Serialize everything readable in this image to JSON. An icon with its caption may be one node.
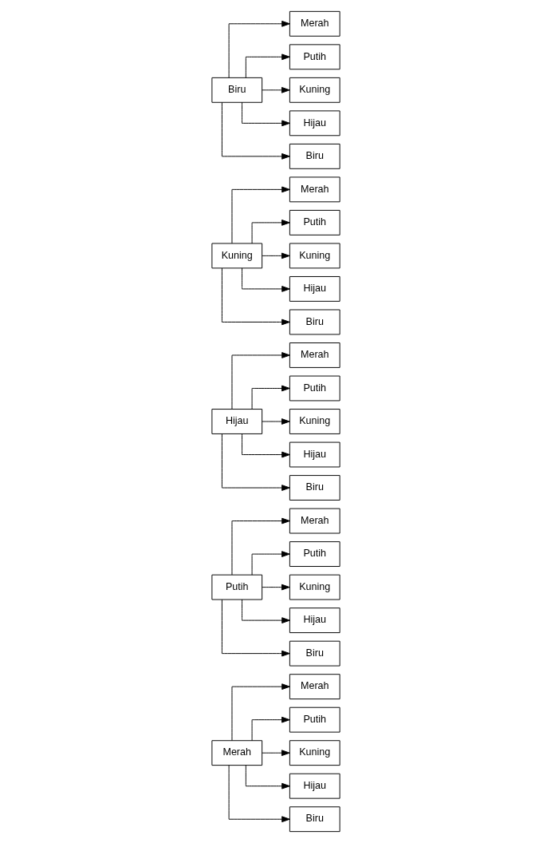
{
  "diagram": {
    "nodes": [
      {
        "text": [
          "Merah"
        ]
      },
      {
        "text": [
          "Merah"
        ]
      },
      {
        "text": [
          "Putih"
        ]
      },
      {
        "text": [
          "Kuning"
        ]
      },
      {
        "text": [
          "Hijau"
        ]
      },
      {
        "text": [
          "Biru"
        ]
      },
      {
        "text": [
          "Putih"
        ]
      },
      {
        "text": [
          "Merah"
        ]
      },
      {
        "text": [
          "Putih"
        ]
      },
      {
        "text": [
          "Kuning"
        ]
      },
      {
        "text": [
          "Hijau"
        ]
      },
      {
        "text": [
          "Biru"
        ]
      },
      {
        "text": [
          "Hijau"
        ]
      },
      {
        "text": [
          "Merah"
        ]
      },
      {
        "text": [
          "Putih"
        ]
      },
      {
        "text": [
          "Kuning"
        ]
      },
      {
        "text": [
          "Hijau"
        ]
      },
      {
        "text": [
          "Biru"
        ]
      },
      {
        "text": [
          "Kuning"
        ]
      },
      {
        "text": [
          "Merah"
        ]
      },
      {
        "text": [
          "Putih"
        ]
      },
      {
        "text": [
          "Kuning"
        ]
      },
      {
        "text": [
          "Hijau"
        ]
      },
      {
        "text": [
          "Biru"
        ]
      },
      {
        "text": [
          "Biru"
        ]
      },
      {
        "text": [
          "Merah"
        ]
      },
      {
        "text": [
          "Putih"
        ]
      },
      {
        "text": [
          "Kuning"
        ]
      },
      {
        "text": [
          "Hijau"
        ]
      },
      {
        "text": [
          "Biru"
        ]
      }
    ],
    "edges": [
      {
        "from": 0,
        "to": 1,
        "arrow": "to"
      },
      {
        "from": 0,
        "to": 2,
        "arrow": "to"
      },
      {
        "from": 0,
        "to": 3,
        "arrow": "to"
      },
      {
        "from": 0,
        "to": 4,
        "arrow": "to"
      },
      {
        "from": 0,
        "to": 5,
        "arrow": "to"
      },
      {
        "from": 6,
        "to": 7,
        "arrow": "to"
      },
      {
        "from": 6,
        "to": 8,
        "arrow": "to"
      },
      {
        "from": 6,
        "to": 9,
        "arrow": "to"
      },
      {
        "from": 6,
        "to": 10,
        "arrow": "to"
      },
      {
        "from": 6,
        "to": 11,
        "arrow": "to"
      },
      {
        "from": 12,
        "to": 13,
        "arrow": "to"
      },
      {
        "from": 12,
        "to": 14,
        "arrow": "to"
      },
      {
        "from": 12,
        "to": 15,
        "arrow": "to"
      },
      {
        "from": 12,
        "to": 16,
        "arrow": "to"
      },
      {
        "from": 12,
        "to": 17,
        "arrow": "to"
      },
      {
        "from": 18,
        "to": 19,
        "arrow": "to"
      },
      {
        "from": 18,
        "to": 20,
        "arrow": "to"
      },
      {
        "from": 18,
        "to": 21,
        "arrow": "to"
      },
      {
        "from": 18,
        "to": 22,
        "arrow": "to"
      },
      {
        "from": 18,
        "to": 23,
        "arrow": "to"
      },
      {
        "from": 24,
        "to": 25,
        "arrow": "to"
      },
      {
        "from": 24,
        "to": 26,
        "arrow": "to"
      },
      {
        "from": 24,
        "to": 27,
        "arrow": "to"
      },
      {
        "from": 24,
        "to": 28,
        "arrow": "to"
      },
      {
        "from": 24,
        "to": 29,
        "arrow": "to"
      }
    ]
  }
}
